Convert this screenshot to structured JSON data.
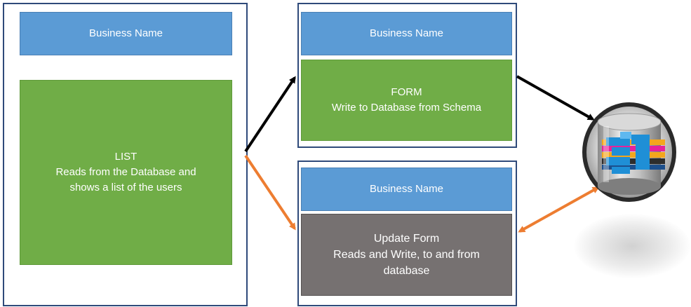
{
  "left_panel": {
    "header": "Business Name",
    "list_box": {
      "lines": [
        "LIST",
        "Reads from the Database and",
        "shows a list of the users"
      ]
    }
  },
  "top_right_panel": {
    "header": "Business Name",
    "form_box": {
      "lines": [
        "FORM",
        "Write to Database from Schema"
      ]
    }
  },
  "bottom_right_panel": {
    "header": "Business Name",
    "update_box": {
      "lines": [
        "Update Form",
        "Reads and Write, to and from",
        "database"
      ]
    }
  },
  "database": {
    "icon": "database-icon"
  },
  "colors": {
    "header_blue": "#5b9bd5",
    "box_green": "#70ad47",
    "box_grey": "#767171",
    "panel_border": "#2f4a7a",
    "arrow_black": "#000000",
    "arrow_orange": "#ed7d31"
  }
}
